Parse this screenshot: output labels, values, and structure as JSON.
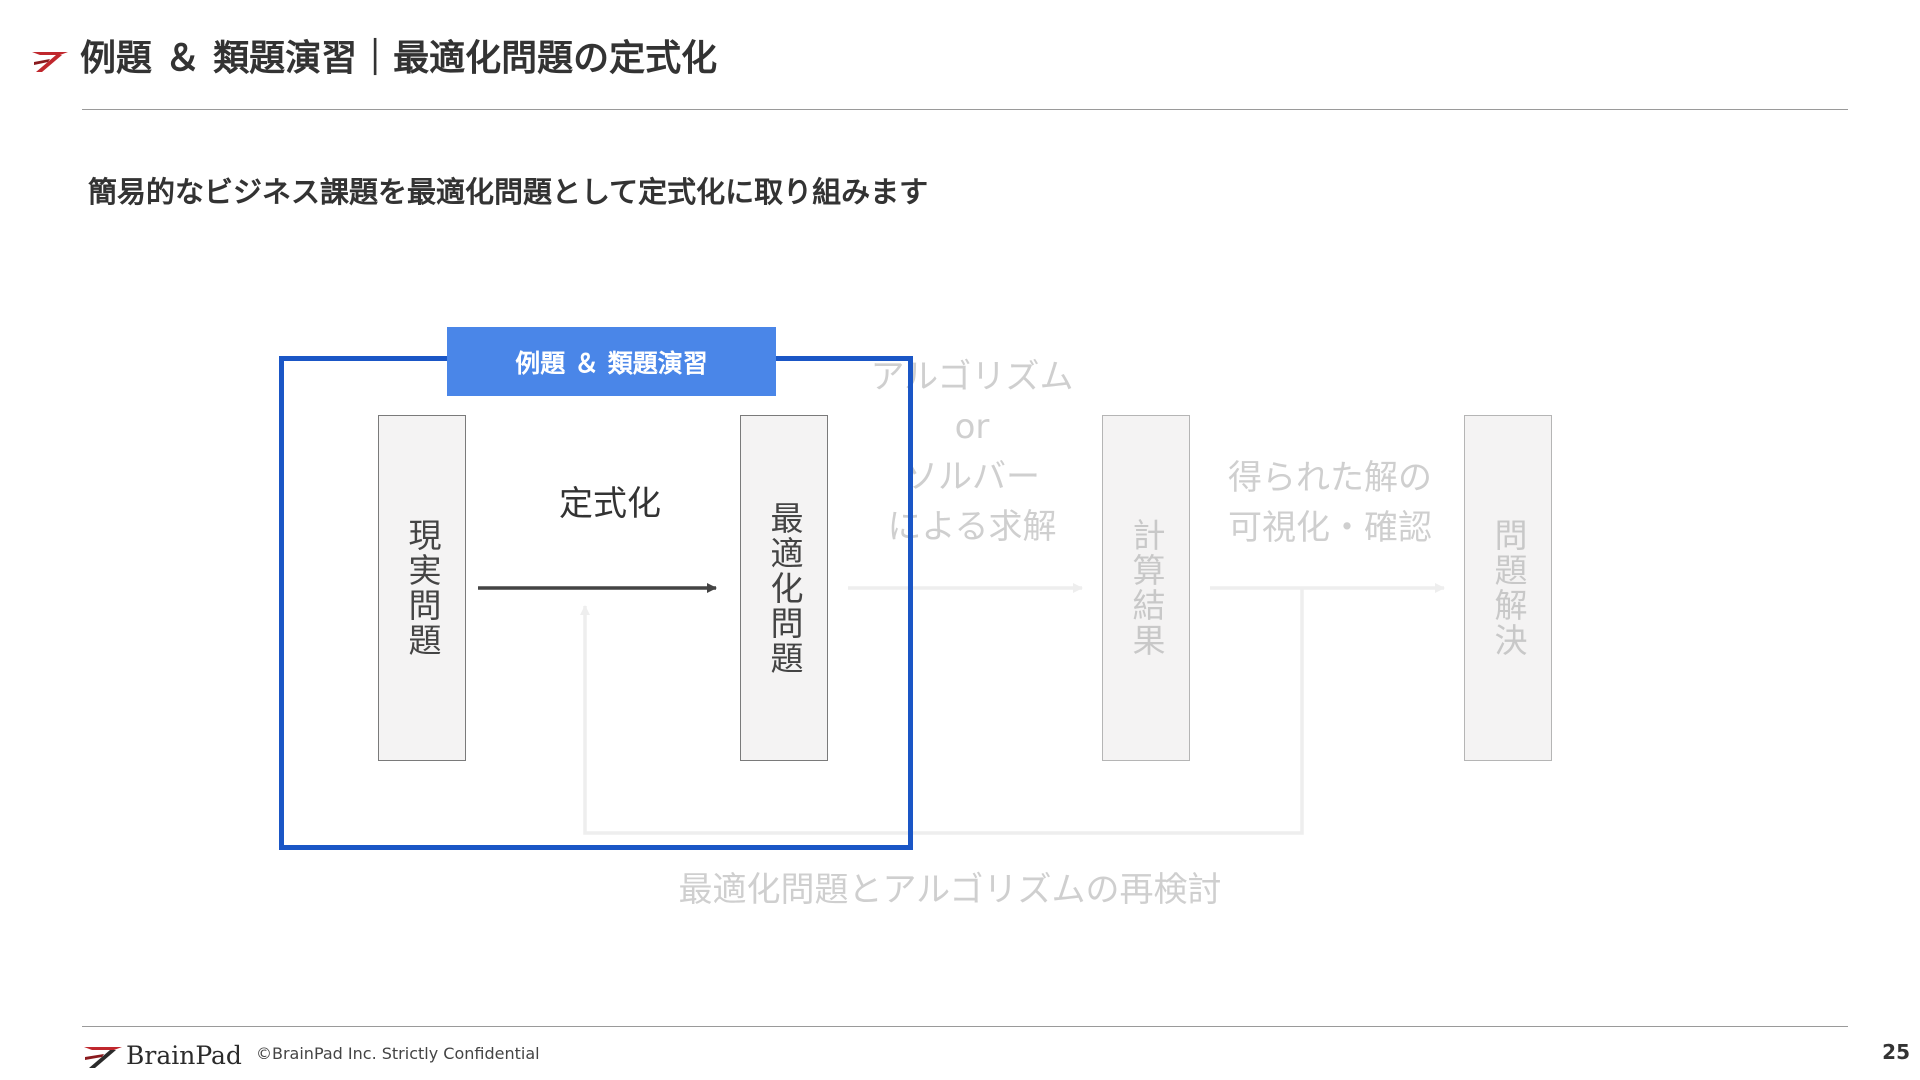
{
  "header": {
    "title": "例題 ＆ 類題演習｜最適化問題の定式化",
    "accent_color": "#c0272d"
  },
  "subtitle": "簡易的なビジネス課題を最適化問題として定式化に取り組みます",
  "diagram": {
    "highlight_label": "例題 ＆ 類題演習",
    "highlight_color": "#1a56c6",
    "stages": [
      {
        "label": "現実問題",
        "active": true
      },
      {
        "label": "最適化問題",
        "active": true
      },
      {
        "label": "計算結果",
        "active": false
      },
      {
        "label": "問題解決",
        "active": false
      }
    ],
    "steps": {
      "formulate": "定式化",
      "solver": [
        "アルゴリズム",
        "or",
        "ソルバー",
        "による求解"
      ],
      "visualize": [
        "得られた解の",
        "可視化・確認"
      ],
      "revisit": "最適化問題とアルゴリズムの再検討"
    }
  },
  "footer": {
    "brand": "BrainPad",
    "copyright": "©BrainPad Inc.  Strictly Confidential",
    "page_number": "25"
  }
}
